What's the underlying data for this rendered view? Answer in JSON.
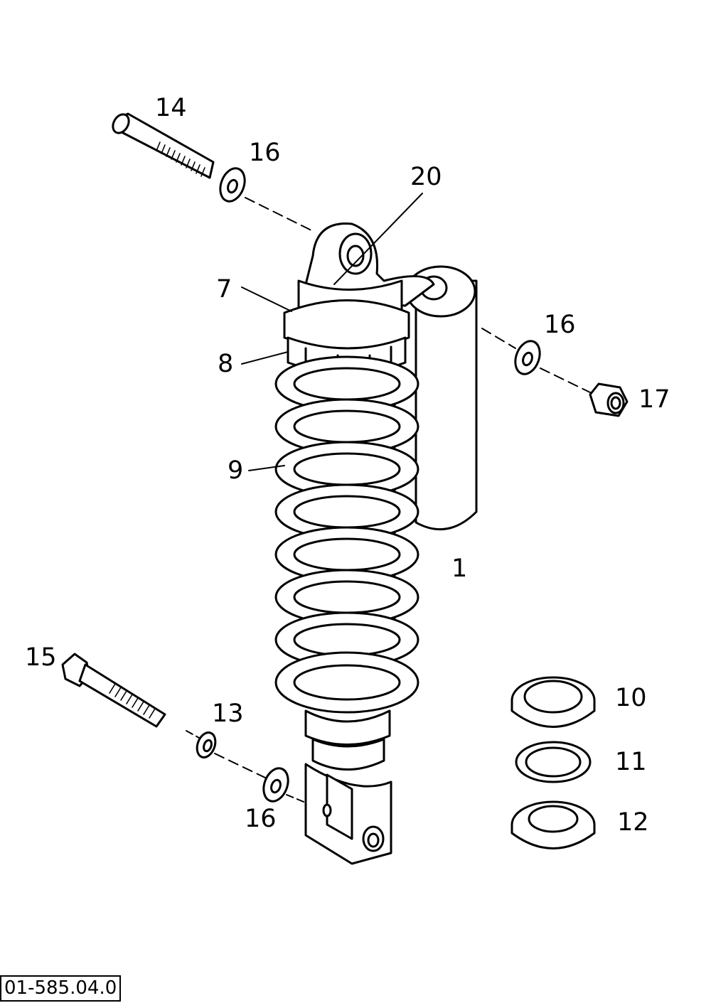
{
  "callouts": {
    "c14": "14",
    "c16_top": "16",
    "c20": "20",
    "c7": "7",
    "c16_right": "16",
    "c8": "8",
    "c17": "17",
    "c9": "9",
    "c1": "1",
    "c15": "15",
    "c10": "10",
    "c13": "13",
    "c11": "11",
    "c16_bottom": "16",
    "c12": "12"
  },
  "figure_code": "01-585.04.0"
}
